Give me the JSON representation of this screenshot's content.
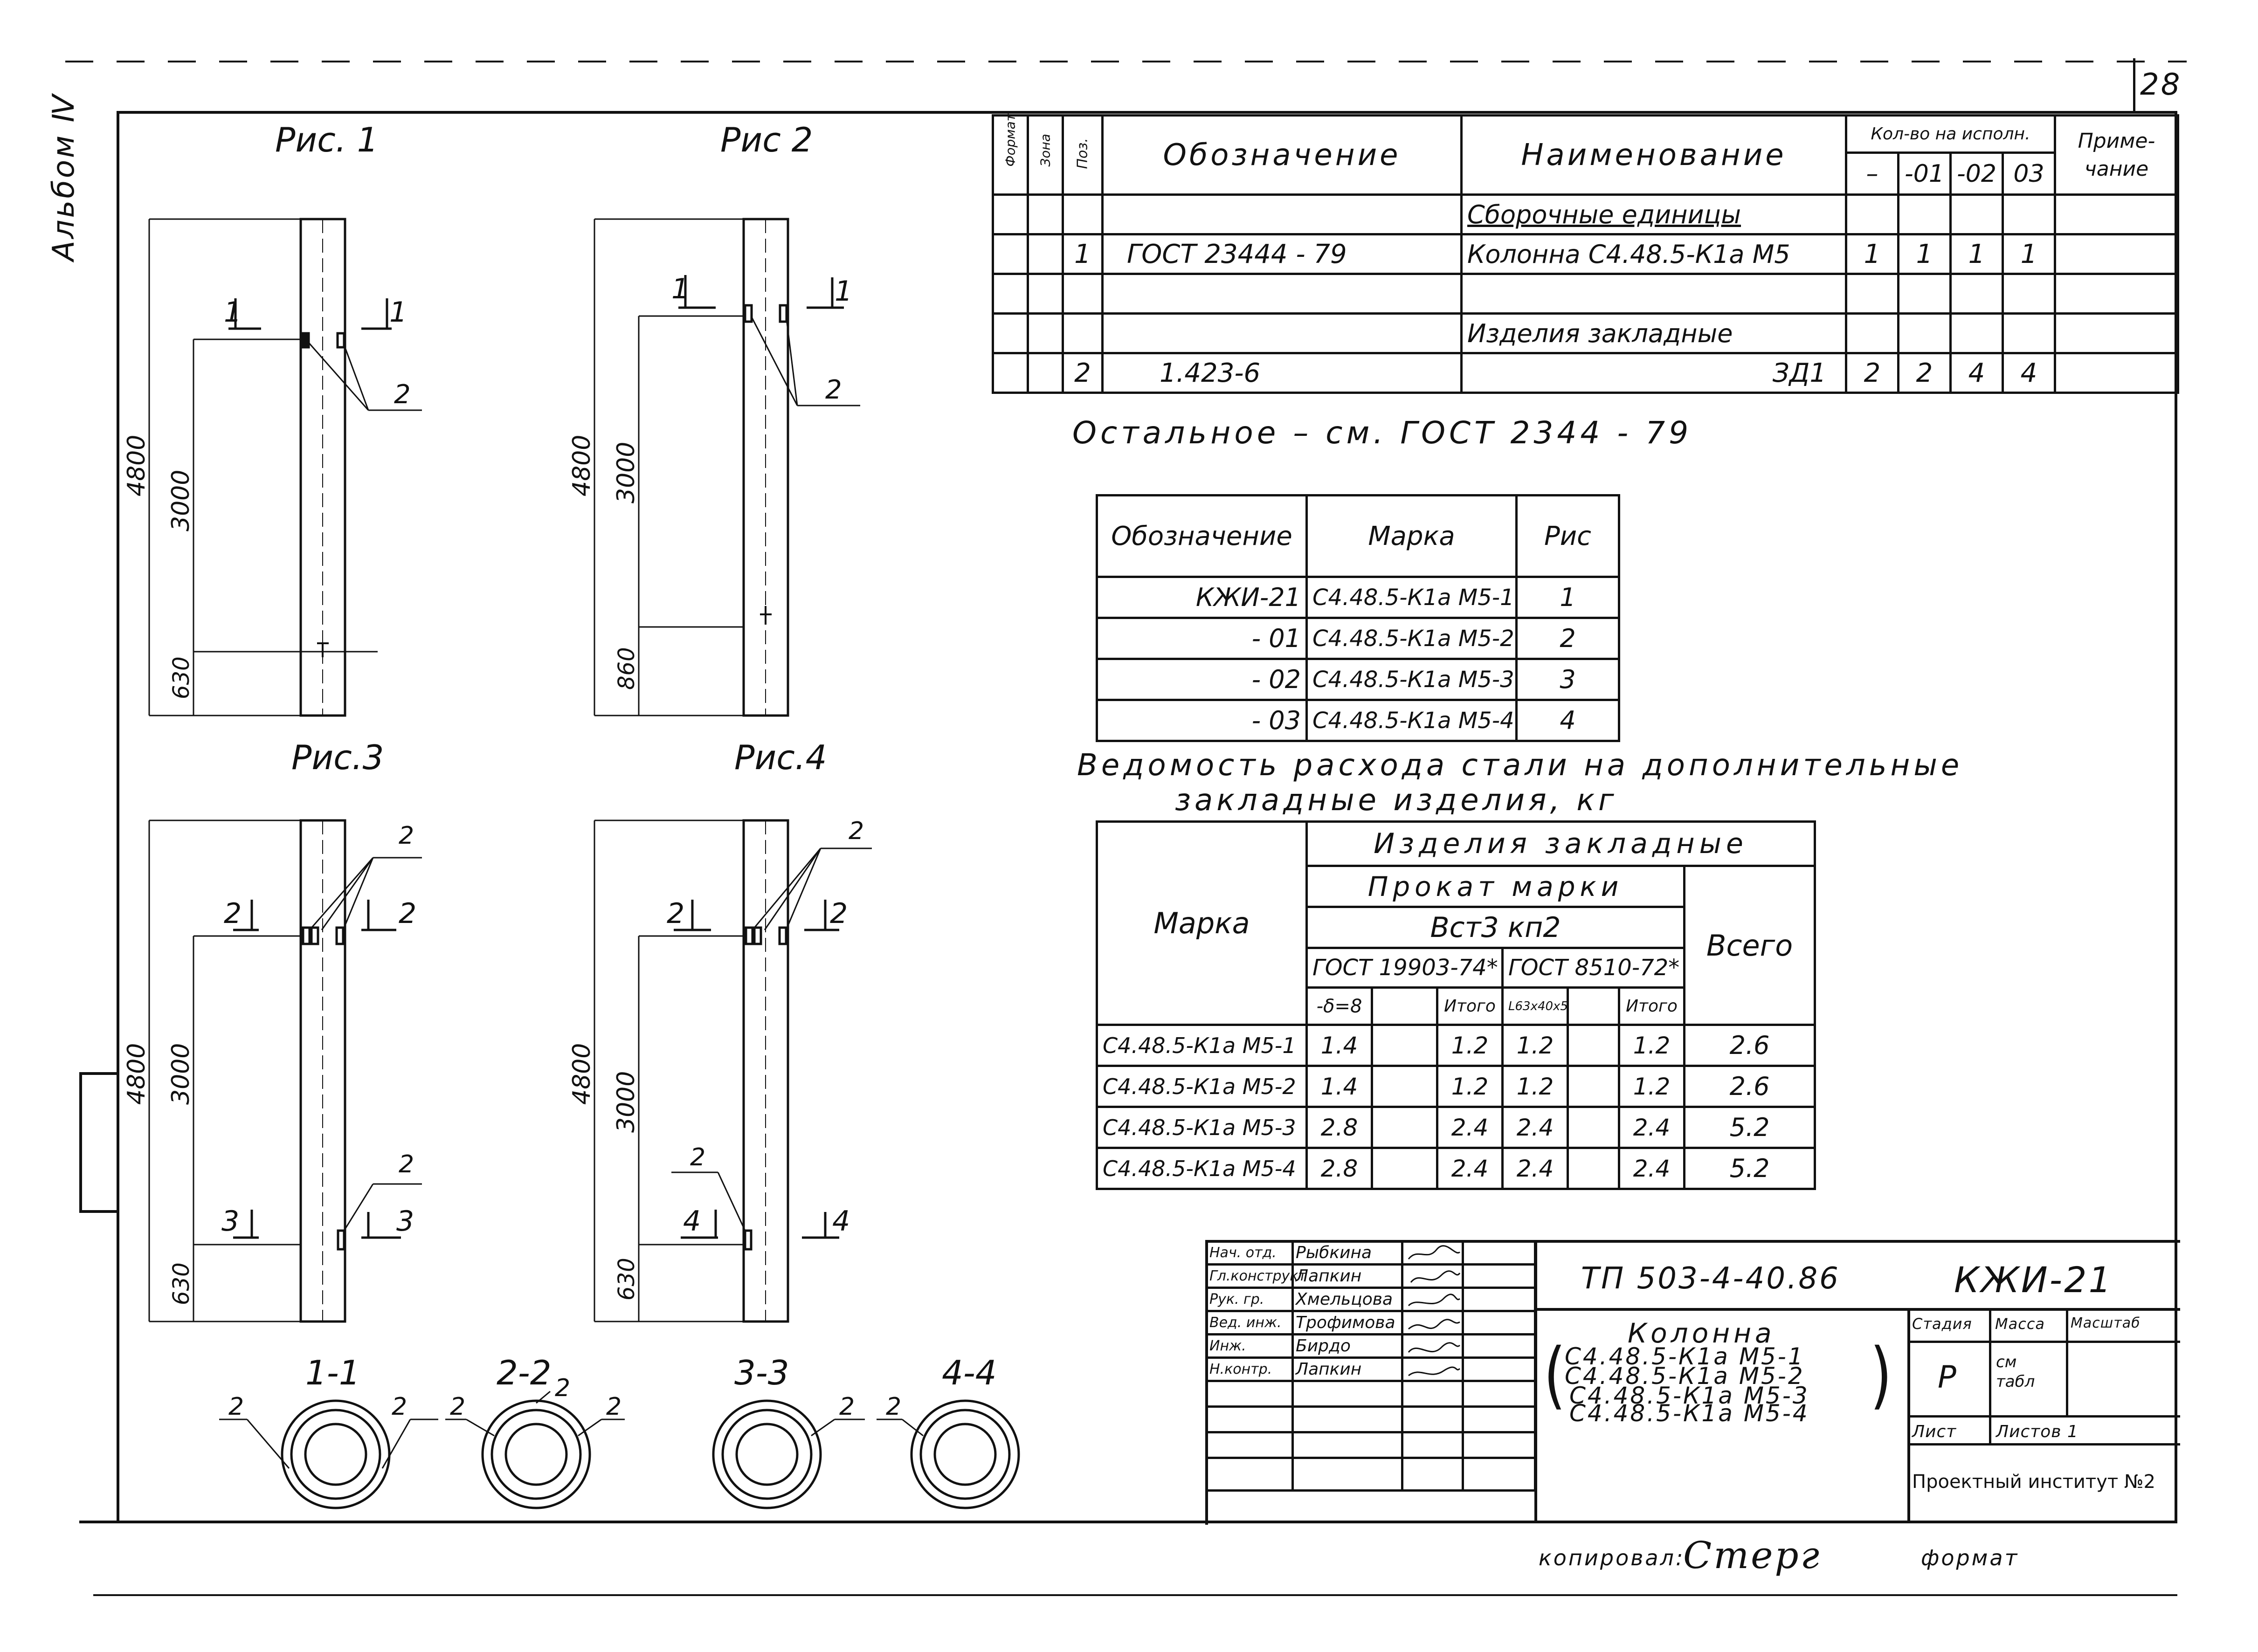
{
  "sheet": {
    "number": "28",
    "album": "Альбом Ⅳ",
    "copied_by_label": "копировал:",
    "copied_by_signature": "Стерг",
    "format_label": "формат"
  },
  "spec_table": {
    "headers": {
      "format": "Формат",
      "zone": "Зона",
      "pos": "Поз.",
      "designation": "Обозначение",
      "name": "Наименование",
      "qty_group": "Кол-во на исполн.",
      "qty_cols": [
        "–",
        "-01",
        "-02",
        "03"
      ],
      "note": "Приме-чание"
    },
    "rows": [
      {
        "pos": "",
        "designation": "",
        "name": "Сборочные единицы",
        "q": [
          "",
          "",
          "",
          ""
        ],
        "note": ""
      },
      {
        "pos": "1",
        "designation": "ГОСТ 23444 - 79",
        "name": "Колонна С4.48.5-К1а М5",
        "q": [
          "1",
          "1",
          "1",
          "1"
        ],
        "note": ""
      },
      {
        "pos": "",
        "designation": "",
        "name": "",
        "q": [
          "",
          "",
          "",
          ""
        ],
        "note": ""
      },
      {
        "pos": "",
        "designation": "",
        "name": "Изделия закладные",
        "q": [
          "",
          "",
          "",
          ""
        ],
        "note": ""
      },
      {
        "pos": "2",
        "designation": "1.423-6",
        "name": "ЗД1",
        "q": [
          "2",
          "2",
          "4",
          "4"
        ],
        "note": ""
      }
    ],
    "rest_note": "Остальное – см. ГОСТ 2344 - 79"
  },
  "mark_table": {
    "headers": [
      "Обозначение",
      "Марка",
      "Рис"
    ],
    "rows": [
      [
        "КЖИ-21",
        "С4.48.5-К1а М5-1",
        "1"
      ],
      [
        "- 01",
        "С4.48.5-К1а М5-2",
        "2"
      ],
      [
        "- 02",
        "С4.48.5-К1а М5-3",
        "3"
      ],
      [
        "- 03",
        "С4.48.5-К1а М5-4",
        "4"
      ]
    ]
  },
  "steel_table": {
    "title_line1": "Ведомость расхода стали на дополнительные",
    "title_line2": "закладные изделия, кг",
    "h_marka": "Марка",
    "h_items": "Изделия закладные",
    "h_rolled": "Прокат марки",
    "h_steel": "Вст3 кп2",
    "h_total": "Всего",
    "h_gost1": "ГОСТ 19903-74*",
    "h_gost2": "ГОСТ 8510-72*",
    "h_sub": [
      "-δ=8",
      "",
      "Итого",
      "L63х40х5",
      "",
      "Итого"
    ],
    "rows": [
      [
        "С4.48.5-К1а М5-1",
        "1.4",
        "",
        "1.2",
        "1.2",
        "",
        "1.2",
        "2.6"
      ],
      [
        "С4.48.5-К1а М5-2",
        "1.4",
        "",
        "1.2",
        "1.2",
        "",
        "1.2",
        "2.6"
      ],
      [
        "С4.48.5-К1а М5-3",
        "2.8",
        "",
        "2.4",
        "2.4",
        "",
        "2.4",
        "5.2"
      ],
      [
        "С4.48.5-К1а М5-4",
        "2.8",
        "",
        "2.4",
        "2.4",
        "",
        "2.4",
        "5.2"
      ]
    ]
  },
  "figures": {
    "fig1": {
      "title": "Рис. 1",
      "dim_total": "4800",
      "dim_a": "3000",
      "dim_b": "630",
      "cut": "1",
      "callout": "2"
    },
    "fig2": {
      "title": "Рис 2",
      "dim_total": "4800",
      "dim_a": "3000",
      "dim_b": "860",
      "cut": "1",
      "callout": "2"
    },
    "fig3": {
      "title": "Рис.3",
      "dim_total": "4800",
      "dim_a": "3000",
      "dim_b": "630",
      "cut_top": "2",
      "cut_bot": "3",
      "callout": "2"
    },
    "fig4": {
      "title": "Рис.4",
      "dim_total": "4800",
      "dim_a": "3000",
      "dim_b": "630",
      "cut_top": "2",
      "cut_bot": "4",
      "callout": "2"
    },
    "sections": [
      {
        "label": "1-1",
        "callout": "2"
      },
      {
        "label": "2-2",
        "callout": "2"
      },
      {
        "label": "3-3",
        "callout": "2"
      },
      {
        "label": "4-4",
        "callout": "2"
      }
    ]
  },
  "title_block": {
    "people": [
      {
        "role": "Нач. отд.",
        "name": "Рыбкина"
      },
      {
        "role": "Гл.конструкт",
        "name": "Лапкин"
      },
      {
        "role": "Рук. гр.",
        "name": "Хмельцова"
      },
      {
        "role": "Вед. инж.",
        "name": "Трофимова"
      },
      {
        "role": "Инж.",
        "name": "Бирдо"
      },
      {
        "role": "Н.контр.",
        "name": "Лапкин"
      }
    ],
    "doc_code": "ТП 503-4-40.86",
    "sheet_code": "КЖИ-21",
    "product_title": "Колонна",
    "product_marks": [
      "С4.48.5-К1а М5-1",
      "С4.48.5-К1а М5-2",
      "С4.48.5-К1а М5-3",
      "С4.48.5-К1а М5-4"
    ],
    "stage_label": "Стадия",
    "mass_label": "Масса",
    "scale_label": "Масштаб",
    "stage_value": "Р",
    "mass_value": "см табл",
    "sheet_label": "Лист",
    "sheets_label": "Листов 1",
    "institute": "Проектный институт №2"
  }
}
